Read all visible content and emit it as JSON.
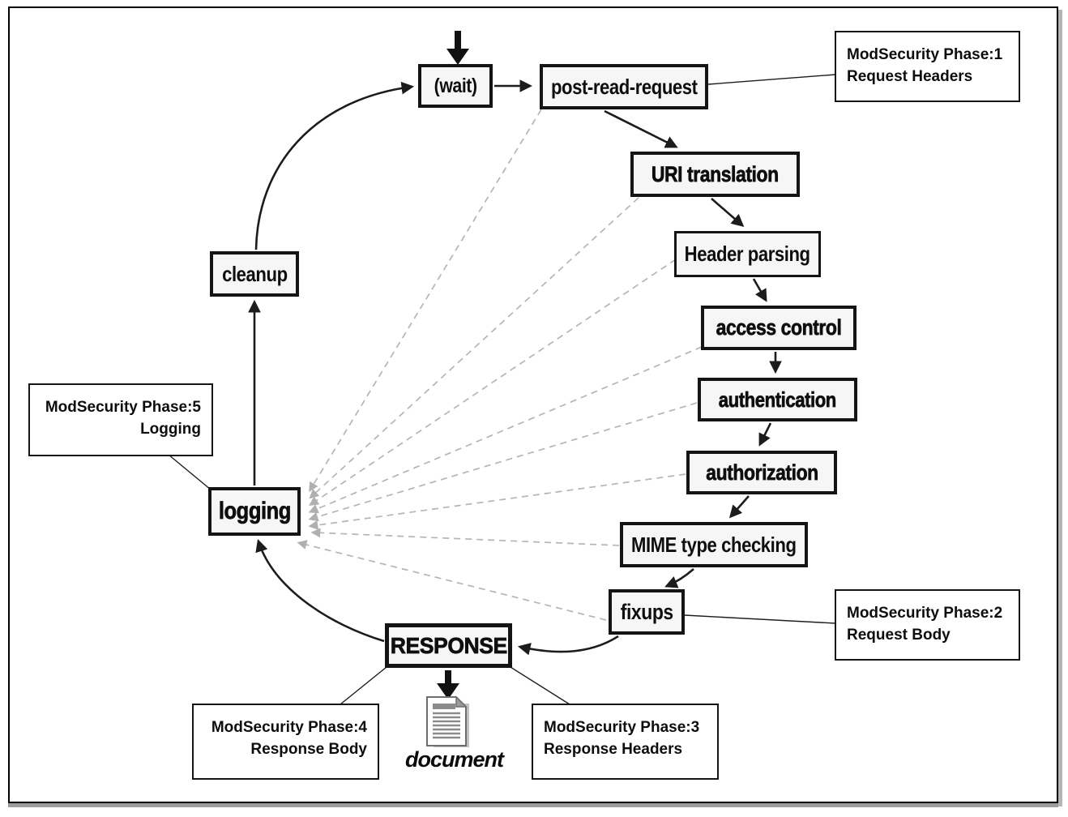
{
  "nodes": [
    {
      "id": "wait",
      "label": "(wait)"
    },
    {
      "id": "post-read-request",
      "label": "post-read-request"
    },
    {
      "id": "uri-translation",
      "label": "URI translation"
    },
    {
      "id": "header-parsing",
      "label": "Header parsing"
    },
    {
      "id": "access-control",
      "label": "access control"
    },
    {
      "id": "authentication",
      "label": "authentication"
    },
    {
      "id": "authorization",
      "label": "authorization"
    },
    {
      "id": "mime-type-checking",
      "label": "MIME type checking"
    },
    {
      "id": "fixups",
      "label": "fixups"
    },
    {
      "id": "response",
      "label": "RESPONSE"
    },
    {
      "id": "logging",
      "label": "logging"
    },
    {
      "id": "cleanup",
      "label": "cleanup"
    }
  ],
  "annotations": [
    {
      "id": "phase1",
      "line1": "ModSecurity Phase:1",
      "line2": "Request Headers",
      "attached_to": "post-read-request"
    },
    {
      "id": "phase2",
      "line1": "ModSecurity Phase:2",
      "line2": "Request Body",
      "attached_to": "fixups"
    },
    {
      "id": "phase3",
      "line1": "ModSecurity Phase:3",
      "line2": "Response Headers",
      "attached_to": "response"
    },
    {
      "id": "phase4",
      "line1": "ModSecurity Phase:4",
      "line2": "Response Body",
      "attached_to": "response"
    },
    {
      "id": "phase5",
      "line1": "ModSecurity Phase:5",
      "line2": "Logging",
      "attached_to": "logging"
    }
  ],
  "document_label": "document",
  "edges": {
    "solid_cycle": [
      [
        "entry",
        "wait"
      ],
      [
        "wait",
        "post-read-request"
      ],
      [
        "post-read-request",
        "uri-translation"
      ],
      [
        "uri-translation",
        "header-parsing"
      ],
      [
        "header-parsing",
        "access-control"
      ],
      [
        "access-control",
        "authentication"
      ],
      [
        "authentication",
        "authorization"
      ],
      [
        "authorization",
        "mime-type-checking"
      ],
      [
        "mime-type-checking",
        "fixups"
      ],
      [
        "fixups",
        "response"
      ],
      [
        "response",
        "logging"
      ],
      [
        "logging",
        "cleanup"
      ],
      [
        "cleanup",
        "wait"
      ],
      [
        "response",
        "document"
      ]
    ],
    "dashed_to_logging": [
      "post-read-request",
      "uri-translation",
      "header-parsing",
      "access-control",
      "authentication",
      "authorization",
      "mime-type-checking",
      "fixups"
    ]
  },
  "colors": {
    "background": "#ffffff",
    "node_fill": "#f6f6f6",
    "node_border": "#141414",
    "annotation_border": "#151515",
    "solid_line": "#1c1c1c",
    "dashed_line": "#b5b5b5",
    "frame_shadow": "#9c9c9c",
    "doc_gray": "#8b8b8b"
  }
}
